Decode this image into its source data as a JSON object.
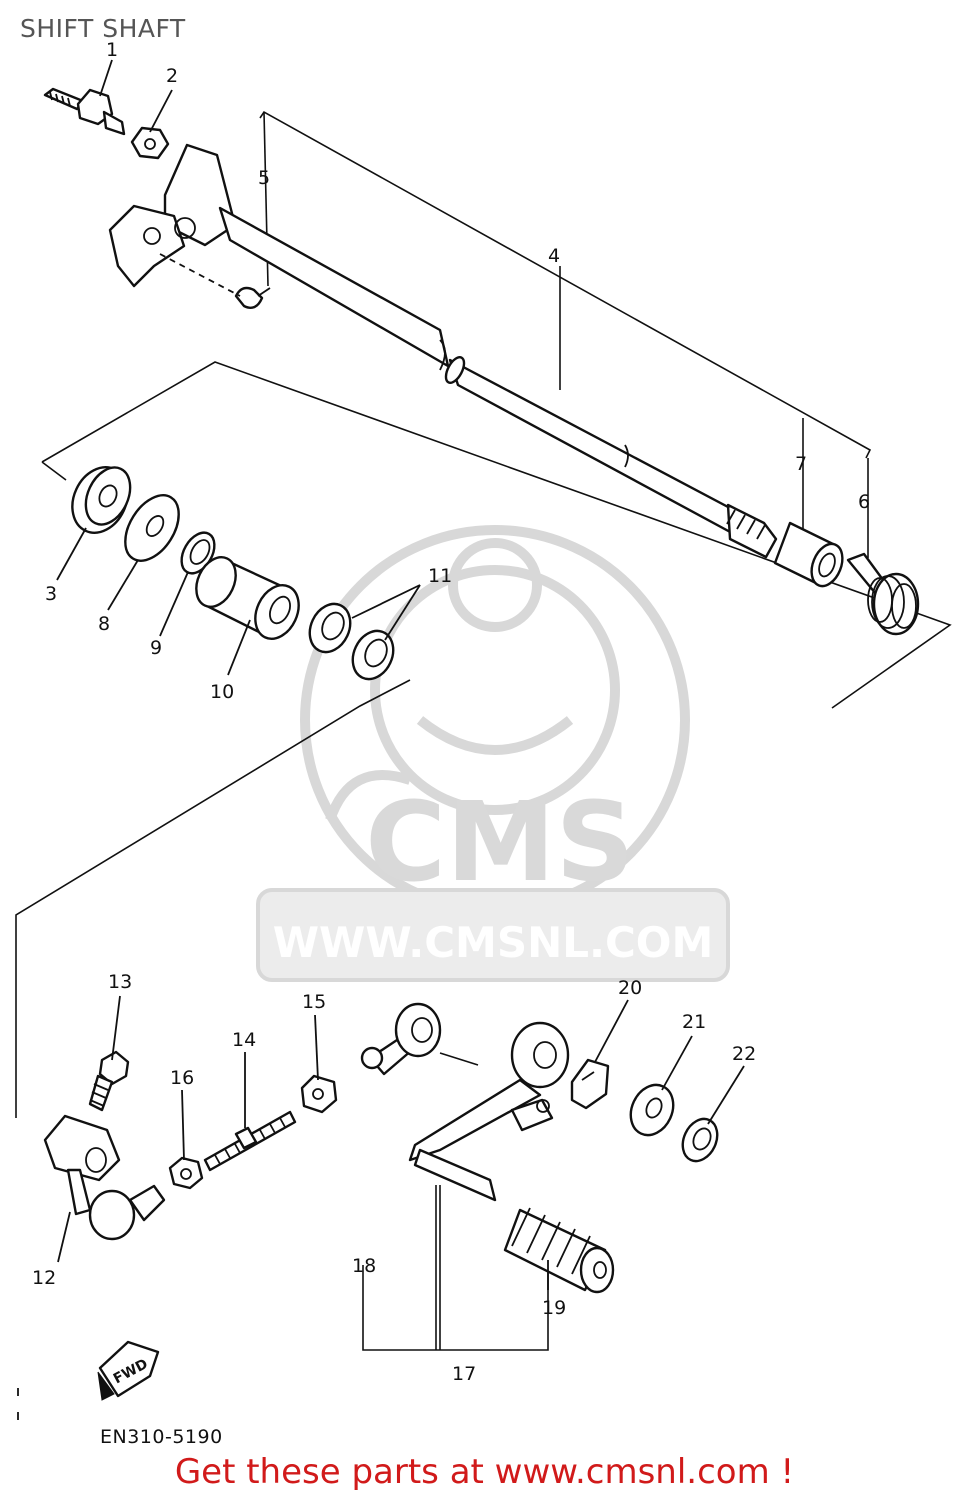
{
  "page": {
    "title": "SHIFT SHAFT",
    "drawing_code": "EN310-5190",
    "footer": "Get these parts at www.cmsnl.com !"
  },
  "watermark": {
    "brand": "CMS",
    "url": "WWW.CMSNL.COM",
    "color": "#d9d9d9"
  },
  "fwd_label": "FWD",
  "callouts": [
    {
      "id": "c1",
      "text": "1"
    },
    {
      "id": "c2",
      "text": "2"
    },
    {
      "id": "c3",
      "text": "3"
    },
    {
      "id": "c4",
      "text": "4"
    },
    {
      "id": "c5",
      "text": "5"
    },
    {
      "id": "c6",
      "text": "6"
    },
    {
      "id": "c7",
      "text": "7"
    },
    {
      "id": "c8",
      "text": "8"
    },
    {
      "id": "c9",
      "text": "9"
    },
    {
      "id": "c10",
      "text": "10"
    },
    {
      "id": "c11",
      "text": "11"
    },
    {
      "id": "c12",
      "text": "12"
    },
    {
      "id": "c13",
      "text": "13"
    },
    {
      "id": "c14",
      "text": "14"
    },
    {
      "id": "c15",
      "text": "15"
    },
    {
      "id": "c16",
      "text": "16"
    },
    {
      "id": "c17",
      "text": "17"
    },
    {
      "id": "c18",
      "text": "18"
    },
    {
      "id": "c19",
      "text": "19"
    },
    {
      "id": "c20",
      "text": "20"
    },
    {
      "id": "c21",
      "text": "21"
    },
    {
      "id": "c22",
      "text": "22"
    }
  ],
  "colors": {
    "line": "#111111",
    "title": "#555555",
    "footer": "#d11a1a"
  }
}
